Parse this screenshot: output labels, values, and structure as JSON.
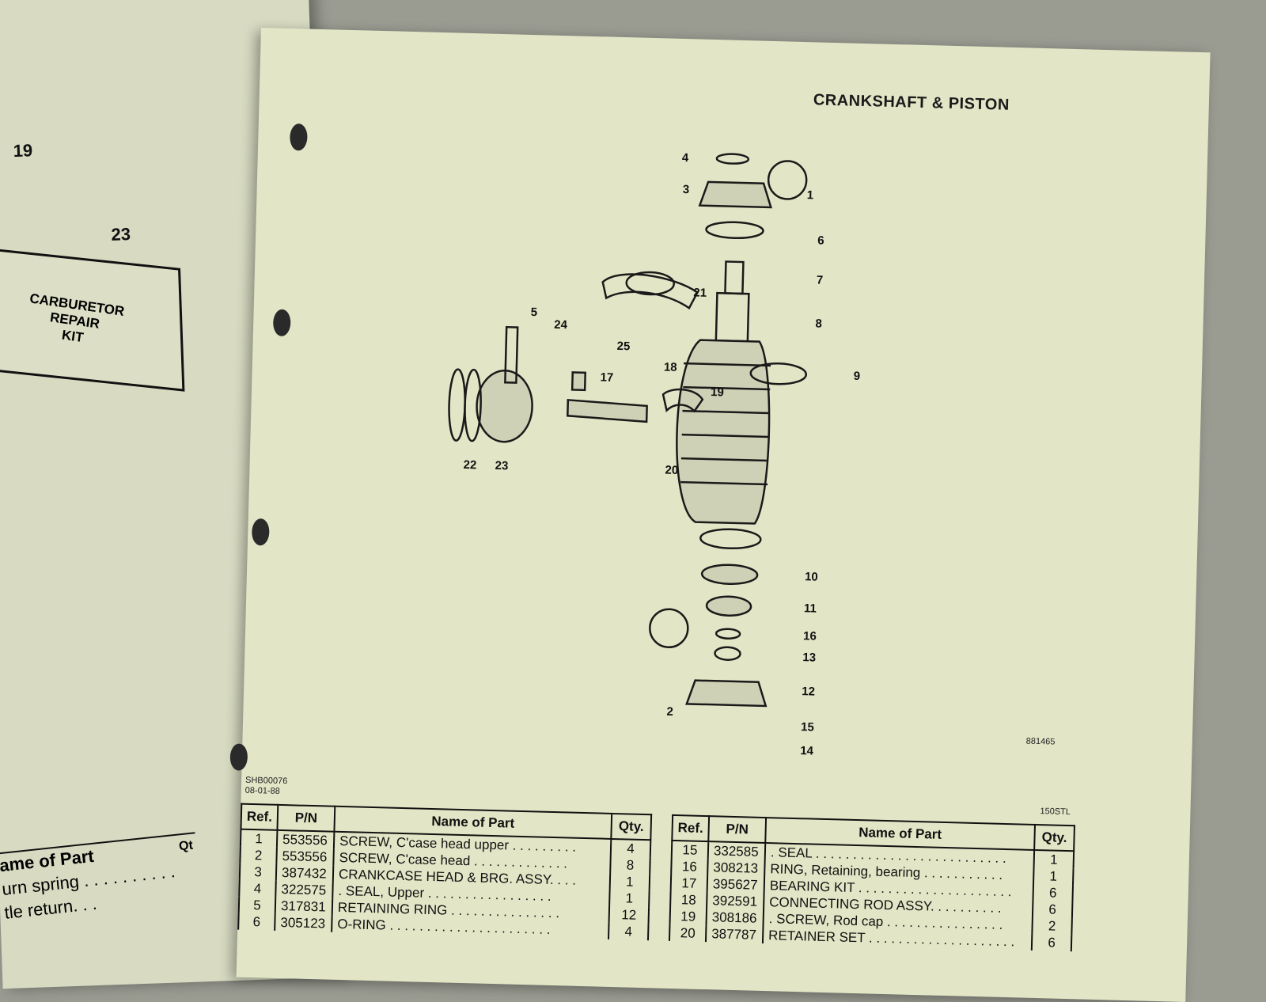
{
  "left_page": {
    "callout_top": "19",
    "callout_kit": "23",
    "kit_label": [
      "CARBURETOR",
      "REPAIR",
      "KIT"
    ],
    "table_header": "ame of Part",
    "table_qty_header": "Qt",
    "rows": [
      "urn spring . . . . . . . . . .",
      "tle return. . ."
    ]
  },
  "right_page": {
    "title": "CRANKSHAFT & PISTON",
    "figure_number": "881465",
    "doc_code": "SHB00076",
    "doc_date": "08-01-88",
    "model": "150STL",
    "callouts": [
      "1",
      "2",
      "3",
      "4",
      "5",
      "6",
      "7",
      "8",
      "9",
      "10",
      "11",
      "12",
      "13",
      "14",
      "15",
      "16",
      "17",
      "18",
      "19",
      "20",
      "21",
      "22",
      "23",
      "24",
      "25"
    ]
  },
  "parts_table_headers": {
    "ref": "Ref.",
    "pn": "P/N",
    "name": "Name of Part",
    "qty": "Qty."
  },
  "parts_left": [
    {
      "ref": "1",
      "pn": "553556",
      "name": "SCREW, C'case head upper . . . . . . . . .",
      "qty": "4"
    },
    {
      "ref": "2",
      "pn": "553556",
      "name": "SCREW, C'case head . . . . . . . . . . . . .",
      "qty": "8"
    },
    {
      "ref": "3",
      "pn": "387432",
      "name": "CRANKCASE HEAD & BRG. ASSY. . . .",
      "qty": "1"
    },
    {
      "ref": "4",
      "pn": "322575",
      "name": ". SEAL, Upper . . . . . . . . . . . . . . . . .",
      "qty": "1"
    },
    {
      "ref": "5",
      "pn": "317831",
      "name": "RETAINING RING . . . . . . . . . . . . . . .",
      "qty": "12"
    },
    {
      "ref": "6",
      "pn": "305123",
      "name": "O-RING . . . . . . . . . . . . . . . . . . . . . .",
      "qty": "4"
    }
  ],
  "parts_right": [
    {
      "ref": "15",
      "pn": "332585",
      "name": ". SEAL . . . . . . . . . . . . . . . . . . . . . . . . . .",
      "qty": "1"
    },
    {
      "ref": "16",
      "pn": "308213",
      "name": "RING, Retaining, bearing . . . . . . . . . . .",
      "qty": "1"
    },
    {
      "ref": "17",
      "pn": "395627",
      "name": "BEARING KIT . . . . . . . . . . . . . . . . . . . . .",
      "qty": "6"
    },
    {
      "ref": "18",
      "pn": "392591",
      "name": "CONNECTING ROD ASSY. . . . . . . . . .",
      "qty": "6"
    },
    {
      "ref": "19",
      "pn": "308186",
      "name": ". SCREW, Rod cap . . . . . . . . . . . . . . . .",
      "qty": "2"
    },
    {
      "ref": "20",
      "pn": "387787",
      "name": "RETAINER SET . . . . . . . . . . . . . . . . . . . .",
      "qty": "6"
    }
  ]
}
